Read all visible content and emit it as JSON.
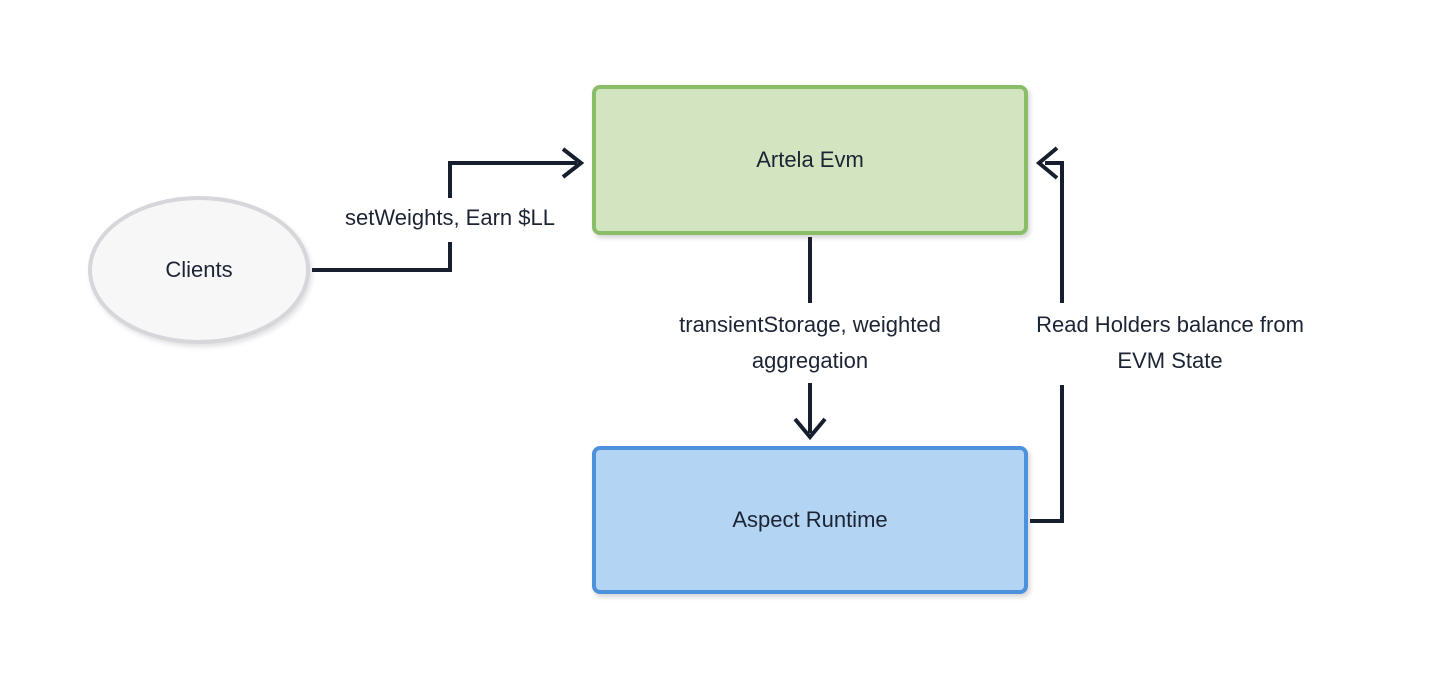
{
  "diagram": {
    "title": "Artela EVM / Aspect Runtime flow diagram",
    "background_color": "#ffffff",
    "connector_color": "#171f2e",
    "text_color": "#1c2434",
    "nodes": {
      "clients": {
        "label": "Clients",
        "shape": "ellipse",
        "fill": "#f7f7f8",
        "border": "#d6d6db"
      },
      "artela_evm": {
        "label": "Artela Evm",
        "shape": "rectangle",
        "fill": "#d2e5c0",
        "border": "#8abd68"
      },
      "aspect_runtime": {
        "label": "Aspect Runtime",
        "shape": "rectangle",
        "fill": "#b3d4f2",
        "border": "#4b91db"
      }
    },
    "edges": [
      {
        "from": "clients",
        "to": "artela_evm",
        "label": "setWeights, Earn $LL",
        "label_lines": [
          "setWeights, Earn $LL"
        ]
      },
      {
        "from": "artela_evm",
        "to": "aspect_runtime",
        "label": "transientStorage, weighted aggregation",
        "label_lines": [
          "transientStorage, weighted",
          "aggregation"
        ]
      },
      {
        "from": "aspect_runtime",
        "to": "artela_evm",
        "label": "Read Holders balance from EVM State",
        "label_lines": [
          "Read Holders balance from",
          "EVM State"
        ]
      }
    ]
  }
}
